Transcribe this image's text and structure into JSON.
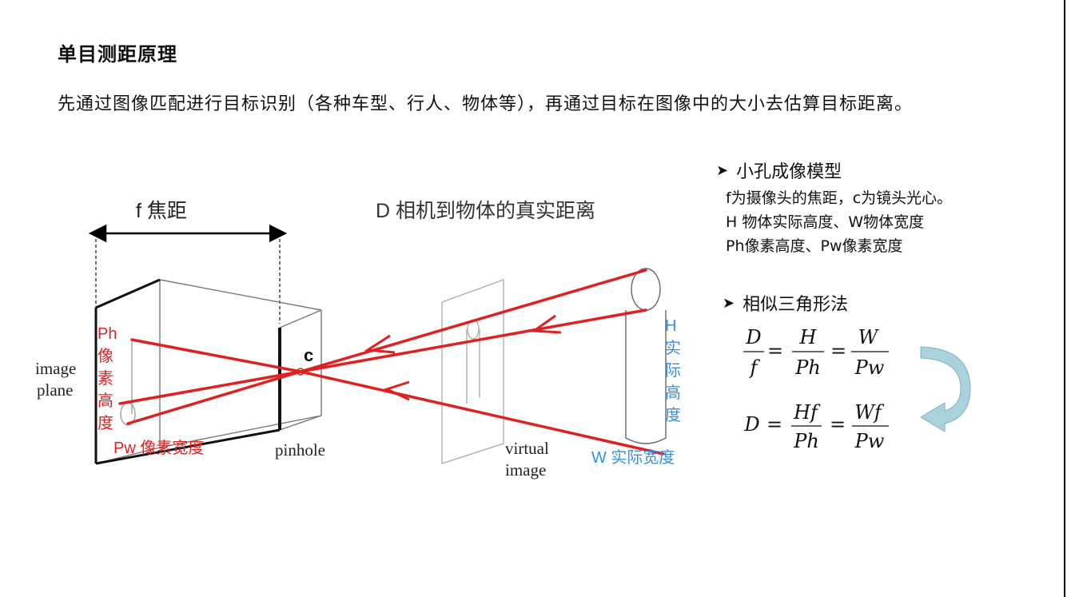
{
  "page": {
    "title": "单目测距原理",
    "subtitle": "先通过图像匹配进行目标识别（各种车型、行人、物体等），再通过目标在图像中的大小去估算目标距离。"
  },
  "diagram": {
    "label_focal": "f 焦距",
    "label_distance": "D 相机到物体的真实距离",
    "label_c": "c",
    "label_image_plane_1": "image",
    "label_image_plane_2": "plane",
    "label_pinhole": "pinhole",
    "label_virtual_1": "virtual",
    "label_virtual_2": "image",
    "label_ph": [
      "Ph",
      "像",
      "素",
      "高",
      "度"
    ],
    "label_pw": "Pw 像素宽度",
    "label_h": [
      "H",
      "实",
      "际",
      "高",
      "度"
    ],
    "label_w": "W 实际宽度",
    "colors": {
      "ray": "#e02020",
      "blue_label": "#3a8fe0",
      "red_label": "#e02020"
    }
  },
  "right_panel": {
    "section1_title": "小孔成像模型",
    "section1_lines": [
      "f为摄像头的焦距，c为镜头光心。",
      "H 物体实际高度、W物体宽度",
      "Ph像素高度、Pw像素宽度"
    ],
    "section2_title": "相似三角形法",
    "formula1": {
      "a_num": "D",
      "a_den": "f",
      "b_num": "H",
      "b_den": "Ph",
      "c_num": "W",
      "c_den": "Pw"
    },
    "formula2": {
      "lhs": "D",
      "b_num": "Hf",
      "b_den": "Ph",
      "c_num": "Wf",
      "c_den": "Pw"
    },
    "eq": "=",
    "bullet_icon": "arrowhead-bullet-icon",
    "curved_arrow_color": "#a9d2dc"
  }
}
